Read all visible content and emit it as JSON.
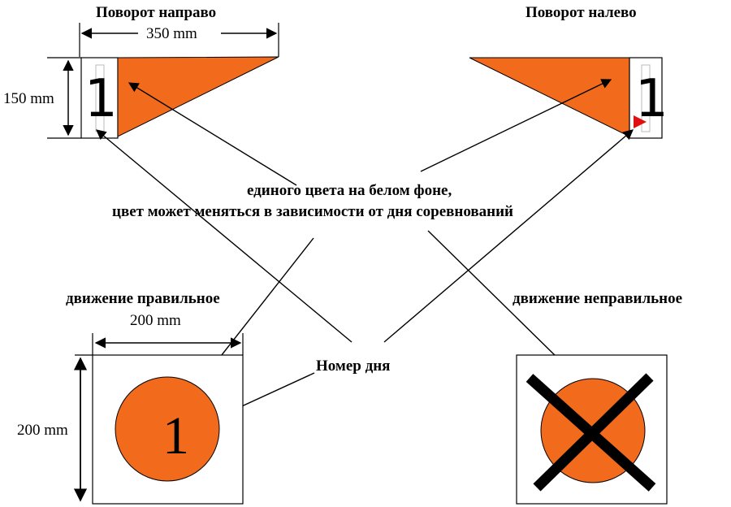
{
  "titles": {
    "turn_right": "Поворот направо",
    "turn_left": "Поворот налево",
    "correct": "движение правильное",
    "incorrect": "движение неправильное"
  },
  "dimensions": {
    "width_350": "350 mm",
    "height_150": "150 mm",
    "width_200": "200 mm",
    "height_200": "200 mm"
  },
  "notes": {
    "line1": "единого цвета на белом фоне,",
    "line2": "цвет может меняться в зависимости от дня соревнований",
    "day_number": "Номер дня"
  },
  "signs": {
    "right_day": "1",
    "left_day": "1",
    "correct_day": "1"
  },
  "colors": {
    "sign_fill": "#f26b1d",
    "accent_red": "#e01010",
    "line": "#000000"
  }
}
